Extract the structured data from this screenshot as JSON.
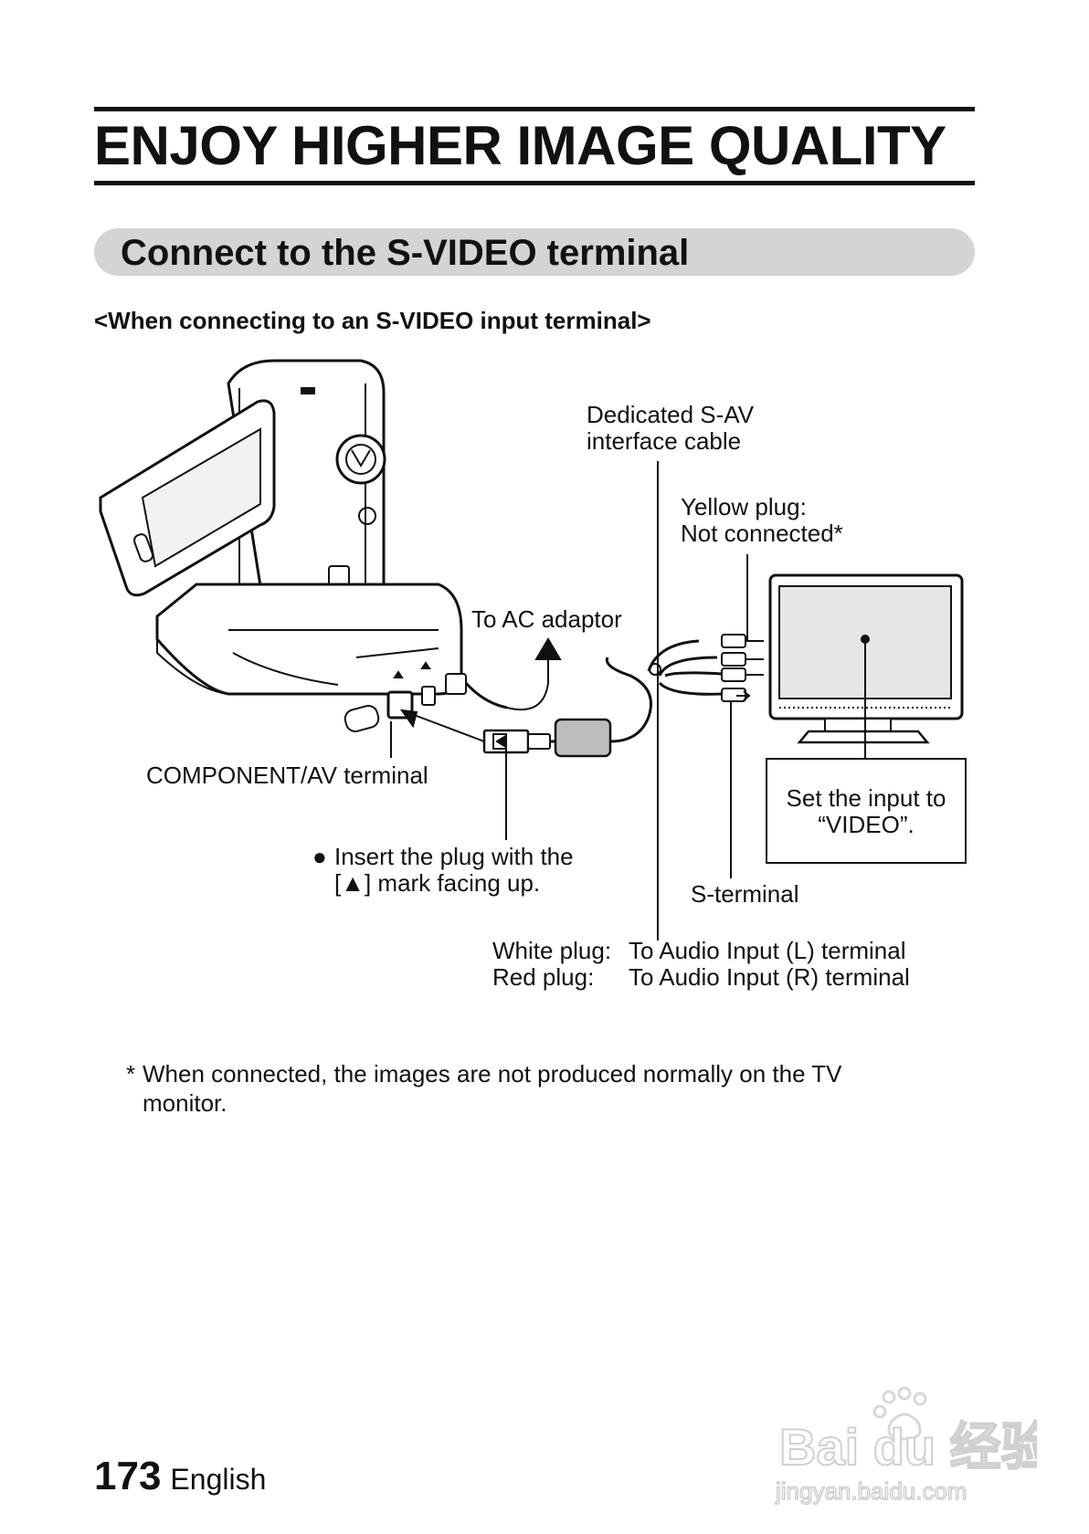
{
  "page": {
    "title": "ENJOY HIGHER IMAGE QUALITY",
    "section_title": "Connect to the S-VIDEO terminal",
    "subheading": "<When connecting to an S-VIDEO input terminal>"
  },
  "diagram": {
    "cable_label_line1": "Dedicated S-AV",
    "cable_label_line2": "interface cable",
    "yellow_plug_line1": "Yellow plug:",
    "yellow_plug_line2": "Not connected*",
    "ac_adaptor": "To AC adaptor",
    "component_terminal": "COMPONENT/AV terminal",
    "insert_bullet": "●",
    "insert_line1": "Insert the plug with the",
    "insert_line2": "[▲] mark facing up.",
    "s_terminal": "S-terminal",
    "input_box_line1": "Set the input to",
    "input_box_line2": "“VIDEO”.",
    "white_plug_label": "White plug:",
    "white_plug_text": "To Audio Input (L) terminal",
    "red_plug_label": "Red plug:",
    "red_plug_text": "To Audio Input (R) terminal"
  },
  "footnote": {
    "marker": "*",
    "text": "When connected, the images are not produced normally on the TV monitor."
  },
  "footer": {
    "page_number": "173",
    "language": "English"
  },
  "watermark": {
    "logo_text": "Bai du 经验",
    "url": "jingyan.baidu.com"
  }
}
